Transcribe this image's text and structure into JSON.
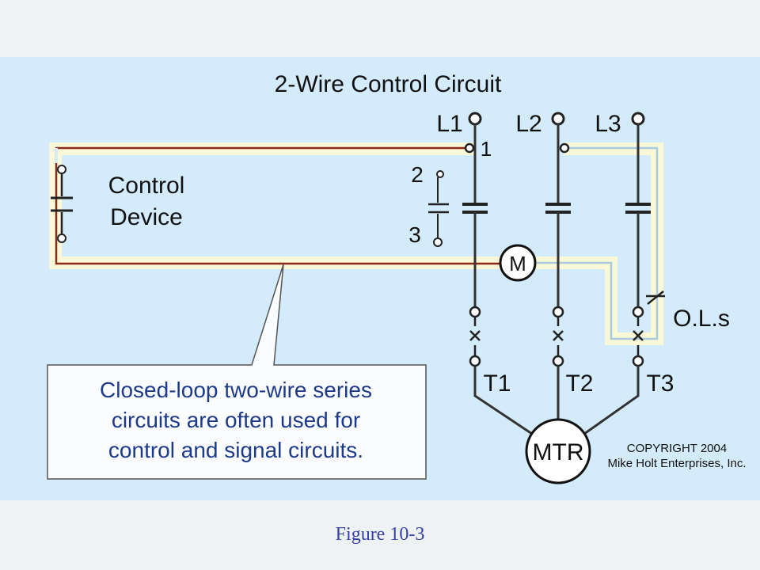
{
  "title": "2-Wire Control Circuit",
  "control_device": {
    "line1": "Control",
    "line2": "Device"
  },
  "lines": [
    "L1",
    "L2",
    "L3"
  ],
  "terminals": [
    "T1",
    "T2",
    "T3"
  ],
  "contacts": [
    "1",
    "2",
    "3"
  ],
  "coil_label": "M",
  "motor_label": "MTR",
  "overload_label": "O.L.s",
  "callout": {
    "line1": "Closed-loop two-wire series",
    "line2": "circuits are often used for",
    "line3": "control and signal circuits."
  },
  "copyright": {
    "line1": "COPYRIGHT 2004",
    "line2": "Mike Holt Enterprises, Inc."
  },
  "figure_caption": "Figure 10-3",
  "colors": {
    "panel": "#d4ebfb",
    "highlight": "#fbf8d8",
    "control_wire": "#8b2a1a",
    "power_wire": "#333333",
    "caption": "#3340a8",
    "callout_text": "#1d3a8a"
  }
}
